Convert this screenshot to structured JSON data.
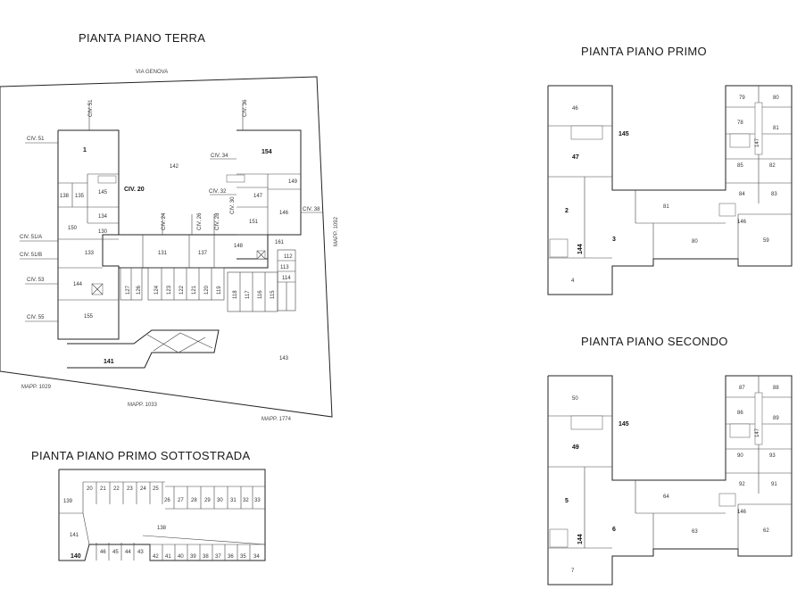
{
  "titles": {
    "ground": "PIANTA PIANO TERRA",
    "first": "PIANTA PIANO PRIMO",
    "second": "PIANTA PIANO SECONDO",
    "basement": "PIANTA PIANO PRIMO SOTTOSTRADA"
  },
  "roads": {
    "via_genova": "VIA GENOVA",
    "mapp_1092": "MAPP. 1092",
    "mapp_1029": "MAPP. 1029",
    "mapp_1033": "MAPP. 1033",
    "mapp_1774": "MAPP. 1774"
  },
  "civ": {
    "c51": "CIV. 51",
    "c51a": "CIV. 51/A",
    "c51b": "CIV. 51/B",
    "c53": "CIV. 53",
    "c55": "CIV. 55",
    "c20": "CIV. 20",
    "c34": "CIV. 34",
    "c32": "CIV. 32",
    "c36": "CIV. 36",
    "c24": "CIV. 24",
    "c26": "CIV. 26",
    "c28": "CIV. 28",
    "c30": "CIV. 30",
    "c38": "CIV. 38"
  },
  "ground_rooms": [
    "1",
    "142",
    "154",
    "138",
    "135",
    "145",
    "134",
    "150",
    "133",
    "130",
    "131",
    "137",
    "148",
    "147",
    "151",
    "146",
    "149",
    "113",
    "112",
    "114",
    "161",
    "144",
    "155",
    "141",
    "143",
    "127",
    "126",
    "124",
    "123",
    "122",
    "121",
    "120",
    "119",
    "118",
    "117",
    "116",
    "115"
  ],
  "basement_rooms": [
    "139",
    "20",
    "21",
    "22",
    "23",
    "24",
    "25",
    "26",
    "27",
    "28",
    "29",
    "30",
    "31",
    "32",
    "33",
    "141",
    "138",
    "140",
    "46",
    "45",
    "44",
    "43",
    "42",
    "41",
    "40",
    "39",
    "38",
    "37",
    "36",
    "35",
    "34"
  ],
  "first_rooms": [
    "46",
    "145",
    "47",
    "2",
    "3",
    "144",
    "4",
    "79",
    "80",
    "78",
    "81",
    "147",
    "85",
    "82",
    "84",
    "83",
    "81",
    "146",
    "80",
    "59"
  ],
  "second_rooms": [
    "50",
    "145",
    "49",
    "5",
    "6",
    "144",
    "7",
    "87",
    "88",
    "86",
    "89",
    "147",
    "90",
    "92",
    "91",
    "146",
    "64",
    "63",
    "62",
    "93"
  ]
}
